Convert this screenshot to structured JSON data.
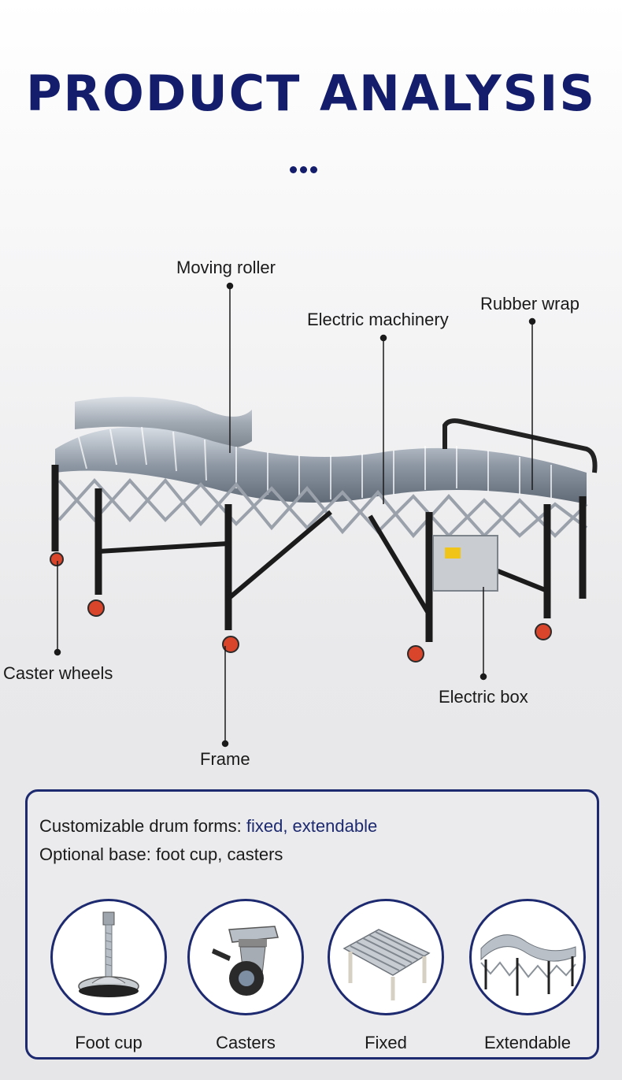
{
  "header": {
    "title": "PRODUCT ANALYSIS"
  },
  "callouts": {
    "moving_roller": "Moving roller",
    "electric_machinery": "Electric machinery",
    "rubber_wrap": "Rubber wrap",
    "caster_wheels": "Caster wheels",
    "frame": "Frame",
    "electric_box": "Electric box"
  },
  "options_panel": {
    "drum_forms_label": "Customizable drum forms: ",
    "drum_forms_value": "fixed, extendable",
    "base_text": "Optional base: foot cup, casters",
    "items": [
      {
        "label": "Foot cup",
        "icon": "foot-cup-icon"
      },
      {
        "label": "Casters",
        "icon": "caster-icon"
      },
      {
        "label": "Fixed",
        "icon": "fixed-conveyor-icon"
      },
      {
        "label": "Extendable",
        "icon": "extendable-conveyor-icon"
      }
    ]
  },
  "colors": {
    "title": "#131d6c",
    "accent": "#1d2a6f",
    "caster_wheel": "#d9452b"
  }
}
